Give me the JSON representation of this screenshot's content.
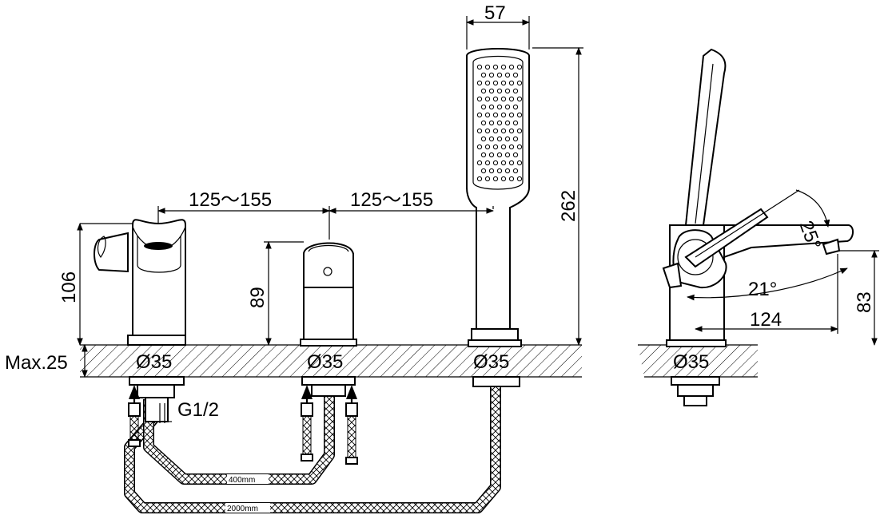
{
  "dimensions": {
    "handshower_width": "57",
    "handshower_height": "262",
    "spacing_left": "125～155",
    "spacing_right": "125～155",
    "mixer_height": "106",
    "diverter_height": "89",
    "deck_thickness": "Max.25",
    "hole_left": "Ø35",
    "hole_middle": "Ø35",
    "hole_right": "Ø35",
    "hole_side": "Ø35",
    "connection_thread": "G1/2",
    "hose_short": "400mm",
    "hose_long": "2000mm",
    "angle_lever": "25°",
    "angle_spout": "21°",
    "spout_reach": "124",
    "spout_height": "83"
  },
  "colors": {
    "line": "#000000",
    "background": "#ffffff"
  }
}
